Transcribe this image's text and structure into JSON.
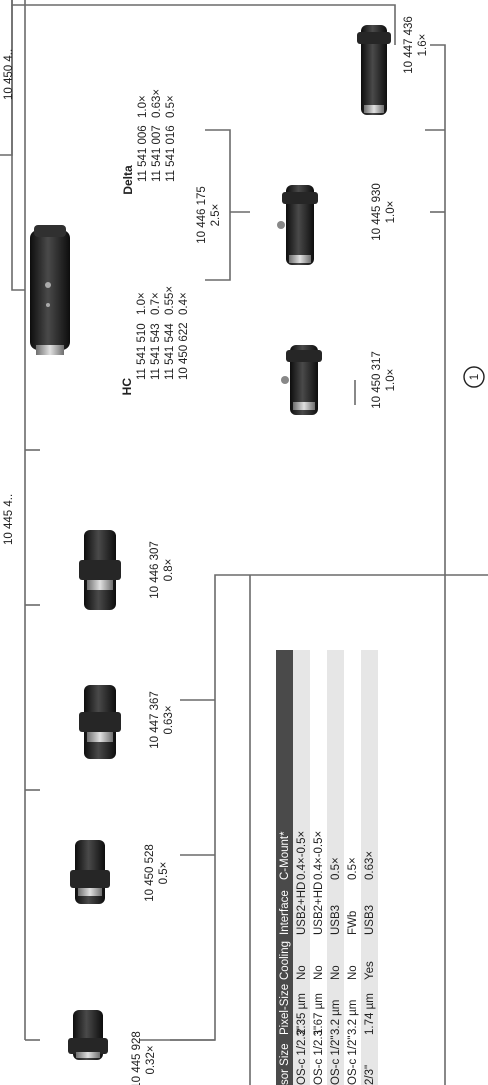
{
  "top_partial_codes": [
    "10 450 4..",
    "10 445 4.."
  ],
  "adapters_left": [
    {
      "code": "10 445 928",
      "mag": "0.32×"
    },
    {
      "code": "10 450 528",
      "mag": "0.5×"
    },
    {
      "code": "10 447 367",
      "mag": "0.63×"
    },
    {
      "code": "10 446 307",
      "mag": "0.8×"
    }
  ],
  "hc": {
    "title": "HC",
    "items": [
      {
        "code": "11 541 510",
        "mag": "1.0×"
      },
      {
        "code": "11 541 543",
        "mag": "0.7×"
      },
      {
        "code": "11 541 544",
        "mag": "0.55×"
      },
      {
        "code": "10 450 622",
        "mag": "0.4×"
      }
    ]
  },
  "hc_adapter": {
    "code": "10 450 317",
    "mag": "1.0×"
  },
  "zoom_body": {
    "code": "10 446 175",
    "mag": "2.5×"
  },
  "delta": {
    "title": "Delta",
    "items": [
      {
        "code": "11 541 006",
        "mag": "1.0×"
      },
      {
        "code": "11 541 007",
        "mag": "0.63×"
      },
      {
        "code": "11 541 016",
        "mag": "0.5×"
      }
    ]
  },
  "delta_adapter": {
    "code": "10 445 930",
    "mag": "1.0×"
  },
  "top_adapter": {
    "code": "10 447 436",
    "mag": "1.6×"
  },
  "callout": "1",
  "table": {
    "headers": [
      "sor Size",
      "Pixel-Size",
      "Cooling",
      "Interface",
      "C-Mount*"
    ],
    "rows": [
      [
        "OS-c 1/2.3\"",
        "2.35 µm",
        "No",
        "USB2+HD",
        "0.4×-0.5×"
      ],
      [
        "OS-c 1/2.3\"",
        "1.67 µm",
        "No",
        "USB2+HD",
        "0.4×-0.5×"
      ],
      [
        "OS-c 1/2\"",
        "3.2 µm",
        "No",
        "USB3",
        "0.5×"
      ],
      [
        "OS-c 1/2\"",
        "3.2 µm",
        "No",
        "FWb",
        "0.5×"
      ],
      [
        "2/3\"",
        "1.74 µm",
        "Yes",
        "USB3",
        "0.63×"
      ]
    ]
  },
  "colors": {
    "line": "#6a6a6a",
    "header_bg": "#4a4a4a",
    "row_alt": "#e6e6e6",
    "body": "#1e1e1e",
    "metal": "#9a9a9a"
  }
}
